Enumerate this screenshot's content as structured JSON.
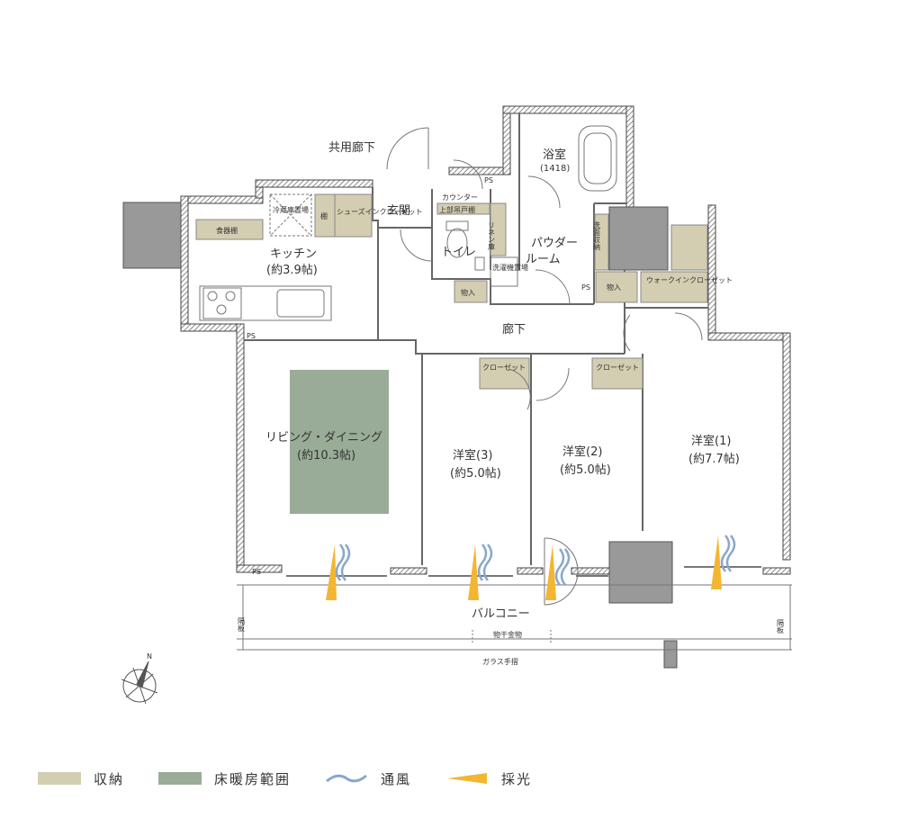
{
  "labels": {
    "common_corridor": "共用廊下",
    "bath": "浴室",
    "bath_size": "(1418)",
    "ps": "PS",
    "counter": "カウンター",
    "upper_cabinet": "上部吊戸棚",
    "linen": "リネン庫",
    "fridge": "冷蔵庫置場",
    "shelf": "棚",
    "shoe_closet": "シューズインクローゼット",
    "entrance": "玄関",
    "kitchen": "キッチン",
    "kitchen_size": "(約3.9帖)",
    "dish_shelf": "食器棚",
    "toilet": "トイレ",
    "powder": "パウダー",
    "powder2": "ルーム",
    "laundry": "洗濯機置場",
    "storage_in": "物入",
    "wash_storage": "洗面収納",
    "walkin": "ウォークインクローゼット",
    "hallway": "廊下",
    "closet": "クローゼット",
    "living": "リビング・ダイニング",
    "living_size": "(約10.3帖)",
    "room3": "洋室(3)",
    "room3_size": "(約5.0帖)",
    "room2": "洋室(2)",
    "room2_size": "(約5.0帖)",
    "room1": "洋室(1)",
    "room1_size": "(約7.7帖)",
    "balcony": "バルコニー",
    "drying_rack": "物干金物",
    "glass_rail": "ガラス手摺",
    "partition": "隔板",
    "north": "N"
  },
  "legend": [
    {
      "label": "収納",
      "color": "#d3ceb2"
    },
    {
      "label": "床暖房範囲",
      "color": "#99ac97"
    },
    {
      "label": "通風",
      "color": "#8aa7c9"
    },
    {
      "label": "採光",
      "color": "#f2b632"
    }
  ],
  "colors": {
    "storage": "#d3ceb2",
    "floor_heating": "#99ac97",
    "ventilation": "#8aa7c9",
    "daylight": "#f2b632",
    "column": "#999999"
  }
}
